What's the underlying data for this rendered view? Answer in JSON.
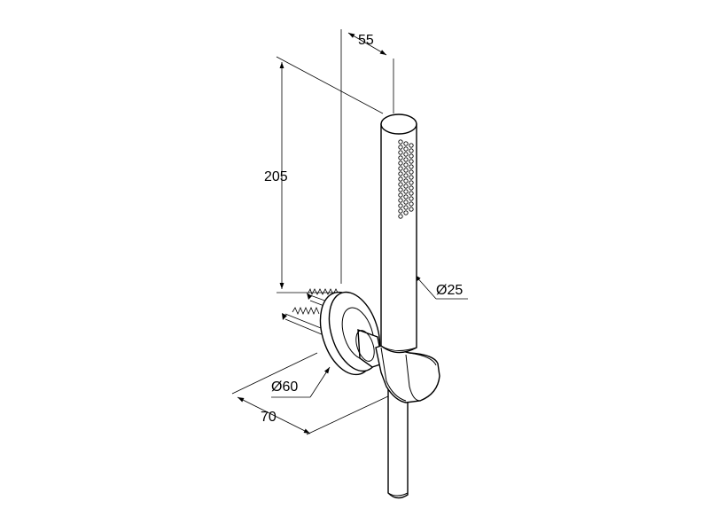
{
  "dimensions": {
    "width_top": "55",
    "height": "205",
    "handle_diameter": "Ø25",
    "flange_diameter": "Ø60",
    "depth": "70"
  }
}
